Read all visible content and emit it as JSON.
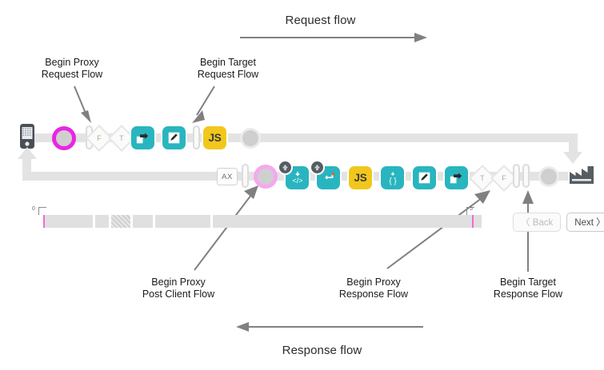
{
  "diagram": {
    "title_request": "Request flow",
    "title_response": "Response flow"
  },
  "annotations": [
    {
      "id": "begin-proxy-request-flow",
      "line1": "Begin Proxy",
      "line2": "Request Flow"
    },
    {
      "id": "begin-target-request-flow",
      "line1": "Begin Target",
      "line2": "Request Flow"
    },
    {
      "id": "begin-proxy-post-client-flow",
      "line1": "Begin Proxy",
      "line2": "Post Client Flow"
    },
    {
      "id": "begin-proxy-response-flow",
      "line1": "Begin Proxy",
      "line2": "Response Flow"
    },
    {
      "id": "begin-target-response-flow",
      "line1": "Begin Target",
      "line2": "Response Flow"
    }
  ],
  "request_row": {
    "client_icon": "mobile-device-icon",
    "nodes": [
      {
        "type": "endpoint-dot",
        "variant": "magenta-ring"
      },
      {
        "type": "flow-divider"
      },
      {
        "type": "condition",
        "label": "F"
      },
      {
        "type": "condition",
        "label": "T"
      },
      {
        "type": "policy",
        "icon": "route-icon",
        "color": "#29b5bf"
      },
      {
        "type": "policy",
        "icon": "edit-icon",
        "color": "#29b5bf"
      },
      {
        "type": "flow-divider-single"
      },
      {
        "type": "policy",
        "icon": "js-icon",
        "label": "JS",
        "color": "#f2c71c"
      },
      {
        "type": "endpoint-dot",
        "variant": "plain"
      }
    ]
  },
  "response_row": {
    "target_icon": "factory-icon",
    "nodes": [
      {
        "type": "analytics",
        "label": "AX"
      },
      {
        "type": "flow-divider-single"
      },
      {
        "type": "endpoint-dot",
        "variant": "pink-ring"
      },
      {
        "type": "policy",
        "icon": "code-icon",
        "color": "#29b5bf",
        "badge": "raise-fault-icon"
      },
      {
        "type": "policy",
        "icon": "return-icon",
        "color": "#29b5bf",
        "badge": "raise-fault-icon"
      },
      {
        "type": "policy",
        "icon": "js-icon",
        "label": "JS",
        "color": "#f2c71c"
      },
      {
        "type": "policy",
        "icon": "json-braces-icon",
        "color": "#29b5bf"
      },
      {
        "type": "policy",
        "icon": "edit-icon",
        "color": "#29b5bf"
      },
      {
        "type": "policy",
        "icon": "route-icon",
        "color": "#29b5bf"
      },
      {
        "type": "condition",
        "label": "T"
      },
      {
        "type": "condition",
        "label": "F"
      },
      {
        "type": "flow-divider"
      },
      {
        "type": "endpoint-dot",
        "variant": "plain"
      }
    ]
  },
  "timeline": {
    "start_label": "0",
    "mid_label": "5",
    "segments": [
      1,
      2,
      3,
      4,
      5
    ]
  },
  "pager": {
    "back_label": "〈 Back",
    "next_label": "Next 〉",
    "back_disabled": true
  },
  "colors": {
    "policy_teal": "#29b5bf",
    "policy_yellow": "#f2c71c",
    "rail_grey": "#e3e3e3",
    "accent_magenta": "#ea26e0",
    "accent_pink": "#f5a8ef",
    "target_dark": "#555d63",
    "arrow_grey": "#808080"
  }
}
